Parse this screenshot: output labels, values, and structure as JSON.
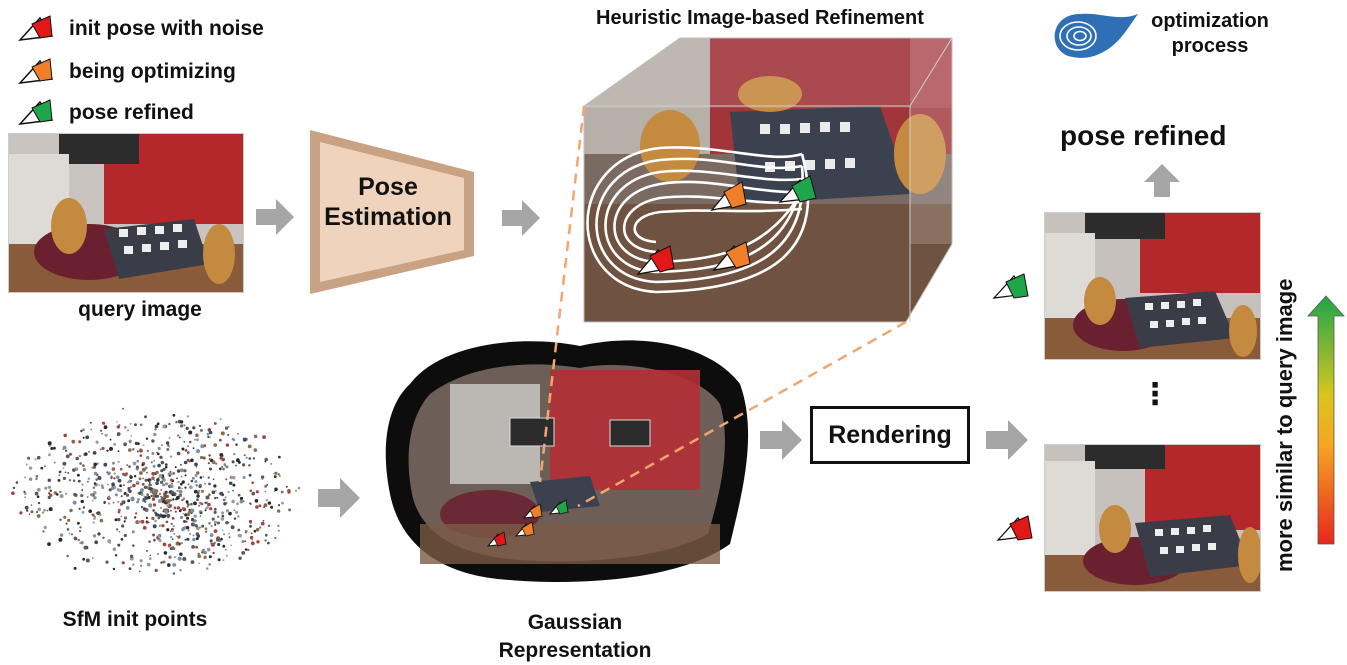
{
  "legend": {
    "init": "init pose with noise",
    "optimizing": "being optimizing",
    "refined": "pose refined"
  },
  "labels": {
    "query_image": "query image",
    "pose_estimation_line1": "Pose",
    "pose_estimation_line2": "Estimation",
    "refinement_title": "Heuristic Image-based Refinement",
    "optimization_process_line1": "optimization",
    "optimization_process_line2": "process",
    "pose_refined": "pose refined",
    "rendering": "Rendering",
    "sfm": "SfM init points",
    "gaussian_line1": "Gaussian",
    "gaussian_line2": "Representation",
    "similarity_axis": "more similar to query image",
    "ellipsis": "⋮"
  },
  "colors": {
    "init_pose": "#e11818",
    "optimizing_pose": "#f07f2a",
    "refined_pose": "#1fa64a",
    "arrow_gray": "#a6a6a6",
    "box_fill": "#efd3bd",
    "spiral_blue": "#2f6fb6",
    "dashed_line": "#f2a66e"
  },
  "icons": [
    "camera-frustum-icon",
    "spiral-icon",
    "arrow-icon"
  ]
}
